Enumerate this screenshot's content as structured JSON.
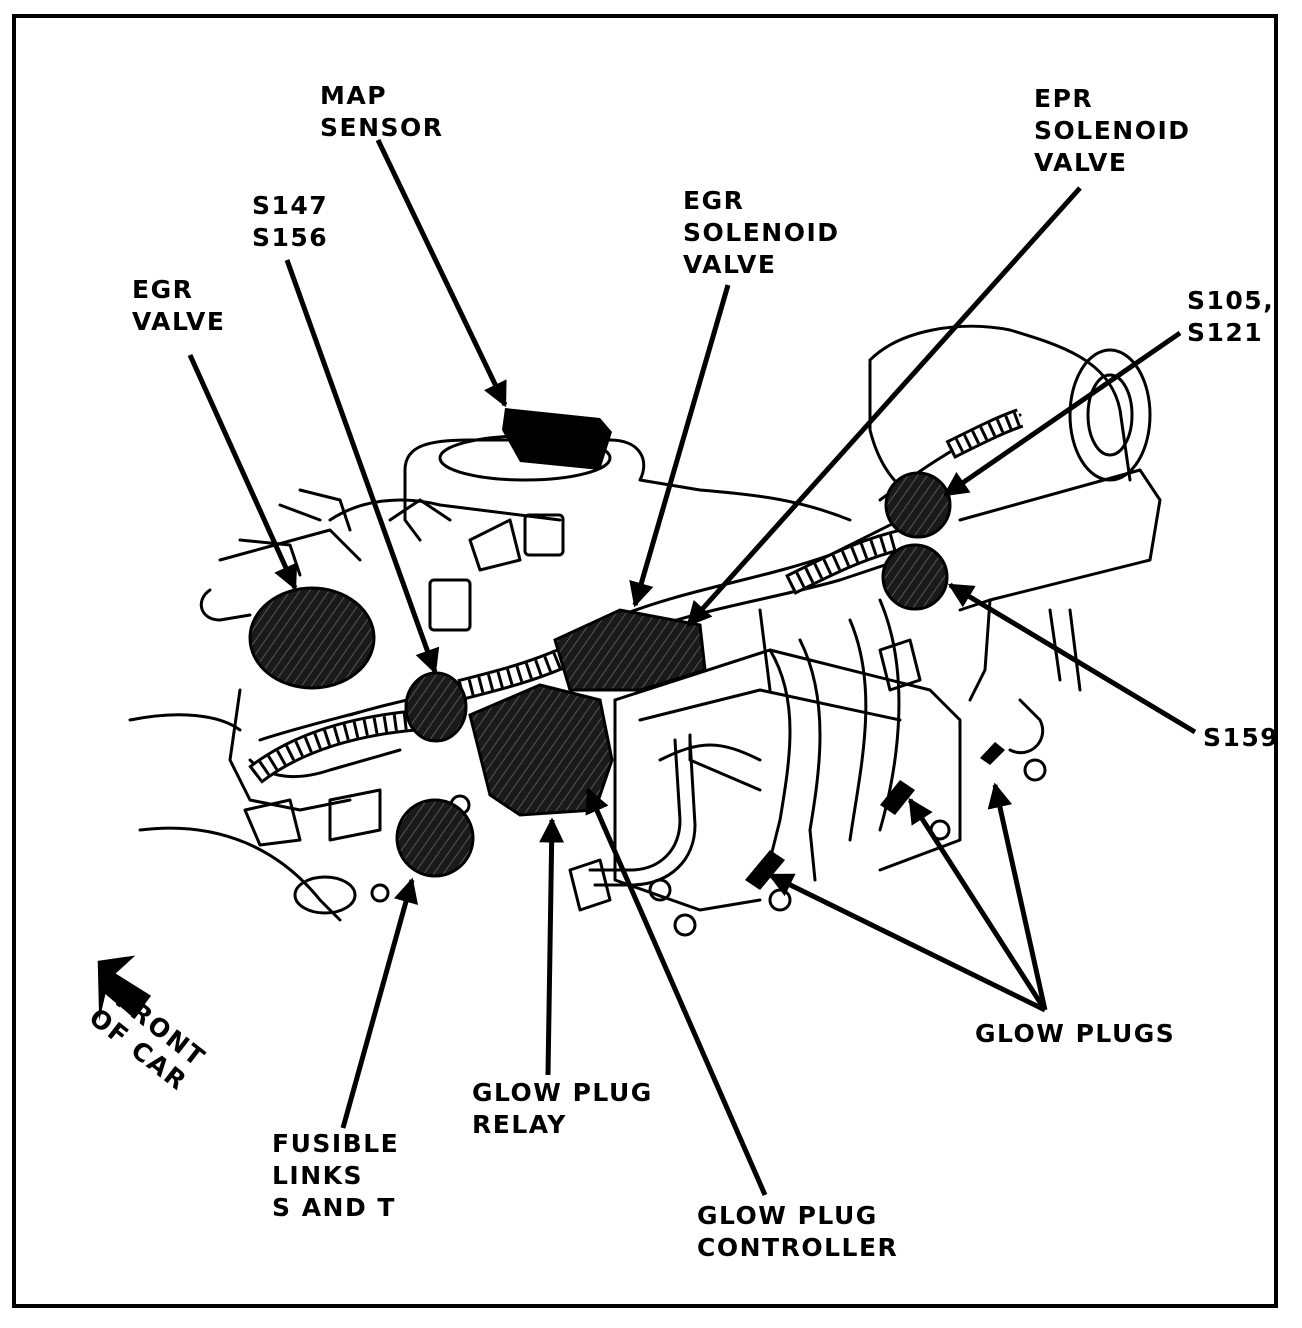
{
  "labels": {
    "map_sensor": [
      "MAP",
      "SENSOR"
    ],
    "s147_s156": [
      "S147",
      "S156"
    ],
    "egr_valve": [
      "EGR",
      "VALVE"
    ],
    "egr_solenoid": [
      "EGR",
      "SOLENOID",
      "VALVE"
    ],
    "epr_solenoid": [
      "EPR",
      "SOLENOID",
      "VALVE"
    ],
    "s105_s121": [
      "S105,",
      "S121"
    ],
    "s159": [
      "S159"
    ],
    "glow_plugs": [
      "GLOW PLUGS"
    ],
    "glow_plug_relay": [
      "GLOW PLUG",
      "RELAY"
    ],
    "glow_plug_controller": [
      "GLOW PLUG",
      "CONTROLLER"
    ],
    "fusible_links": [
      "FUSIBLE",
      "LINKS",
      "S AND T"
    ],
    "front_of_car": [
      "FRONT",
      "OF CAR"
    ]
  },
  "colors": {
    "ink": "#000000",
    "paper": "#ffffff",
    "component": "#2b2b2b"
  }
}
